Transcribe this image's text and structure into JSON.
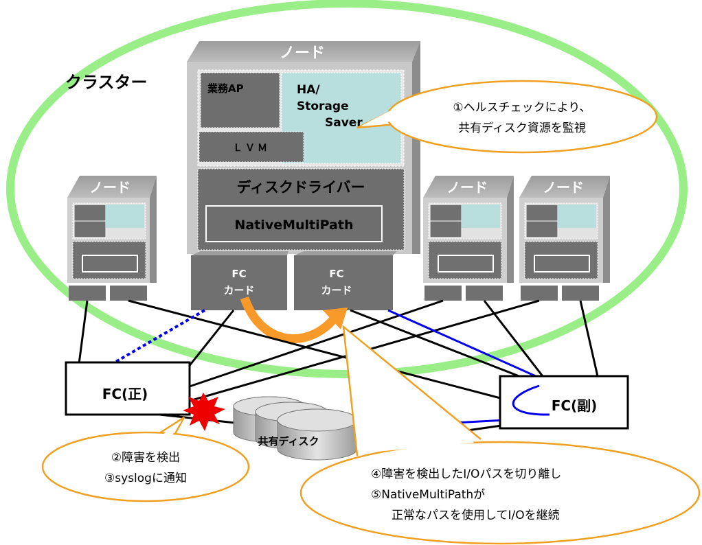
{
  "cluster": {
    "label": "クラスター"
  },
  "main_node": {
    "title": "ノード",
    "app": "業務AP",
    "ha_line1": "HA/",
    "ha_line2": "Storage",
    "ha_line3": "Saver",
    "lvm": "ＬＶＭ",
    "driver": "ディスクドライバー",
    "multipath": "NativeMultiPath"
  },
  "fc_cards": [
    {
      "line1": "FC",
      "line2": "カード"
    },
    {
      "line1": "FC",
      "line2": "カード"
    }
  ],
  "side_nodes": [
    {
      "title": "ノード"
    },
    {
      "title": "ノード"
    },
    {
      "title": "ノード"
    }
  ],
  "switches": {
    "primary": "FC(正)",
    "secondary": "FC(副)"
  },
  "disk": {
    "label": "共有ディスク"
  },
  "callouts": {
    "health_line1": "①ヘルスチェックにより、",
    "health_line2": "共有ディスク資源を監視",
    "fault_line1": "②障害を検出",
    "fault_line2": "③syslogに通知",
    "cut_line1": "④障害を検出したI/Oパスを切り離し",
    "cut_line2": "⑤NativeMultiPathが",
    "cut_line3": "正常なパスを使用してI/Oを継続"
  },
  "colors": {
    "cluster_ring": "#99ee88",
    "callout_border": "#f0a020",
    "box_dark": "#6e6e6e",
    "box_mid": "#a8a8a8",
    "box_light": "#c8c8c8",
    "ha_box": "#b8dede",
    "primary_path": "#0000ee",
    "failover_arrow": "#f79a2a",
    "fault": "#ee0000"
  }
}
